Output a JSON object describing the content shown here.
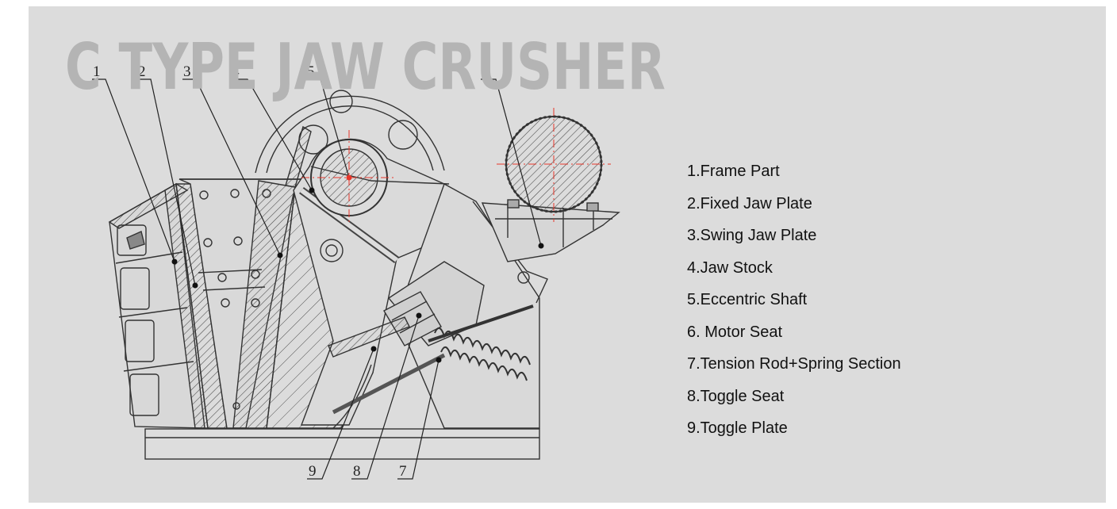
{
  "title": "C TYPE JAW CRUSHER",
  "callout_numbers": [
    "1",
    "2",
    "3",
    "4",
    "5",
    "6",
    "9",
    "8",
    "7"
  ],
  "legend": [
    "1.Frame Part",
    "2.Fixed Jaw Plate",
    "3.Swing Jaw Plate",
    "4.Jaw Stock",
    "5.Eccentric Shaft",
    "6. Motor Seat",
    "7.Tension Rod+Spring Section",
    "8.Toggle Seat",
    "9.Toggle Plate"
  ],
  "colors": {
    "background": "#dcdcdc",
    "title": "#b4b4b4",
    "line": "#333333",
    "centerline": "#e8362a"
  }
}
